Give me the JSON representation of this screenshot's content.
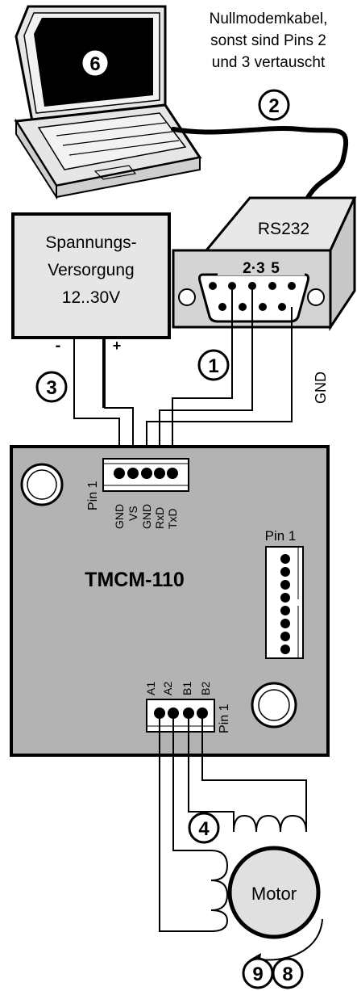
{
  "cable_note": [
    "Nullmodemkabel,",
    "sonst  sind Pins 2",
    "und 3 vertauscht"
  ],
  "connector": {
    "label": "RS232",
    "pin_numbers": "2·3  5"
  },
  "power_supply": {
    "lines": [
      "Spannungs-",
      "Versorgung",
      "12..30V"
    ],
    "minus": "-",
    "plus": "+"
  },
  "gnd_label": "GND",
  "steps": {
    "s1": "1",
    "s2": "2",
    "s3": "3",
    "s4": "4",
    "s6": "6",
    "s8": "8",
    "s9": "9"
  },
  "module": {
    "name": "TMCM-110",
    "header_pin1_label": "Pin 1",
    "header_pins": [
      "GND",
      "VS",
      "GND",
      "RxD",
      "TxD"
    ],
    "side_connector_label": "Pin 1",
    "motor_pin1_label": "Pin 1",
    "motor_pins": [
      "A1",
      "A2",
      "B1",
      "B2"
    ]
  },
  "motor": {
    "label": "Motor"
  },
  "colors": {
    "module_fill": "#b3b3b3",
    "connector_fill": "#d4d4d4",
    "screen": "#000000",
    "stroke": "#000000"
  }
}
